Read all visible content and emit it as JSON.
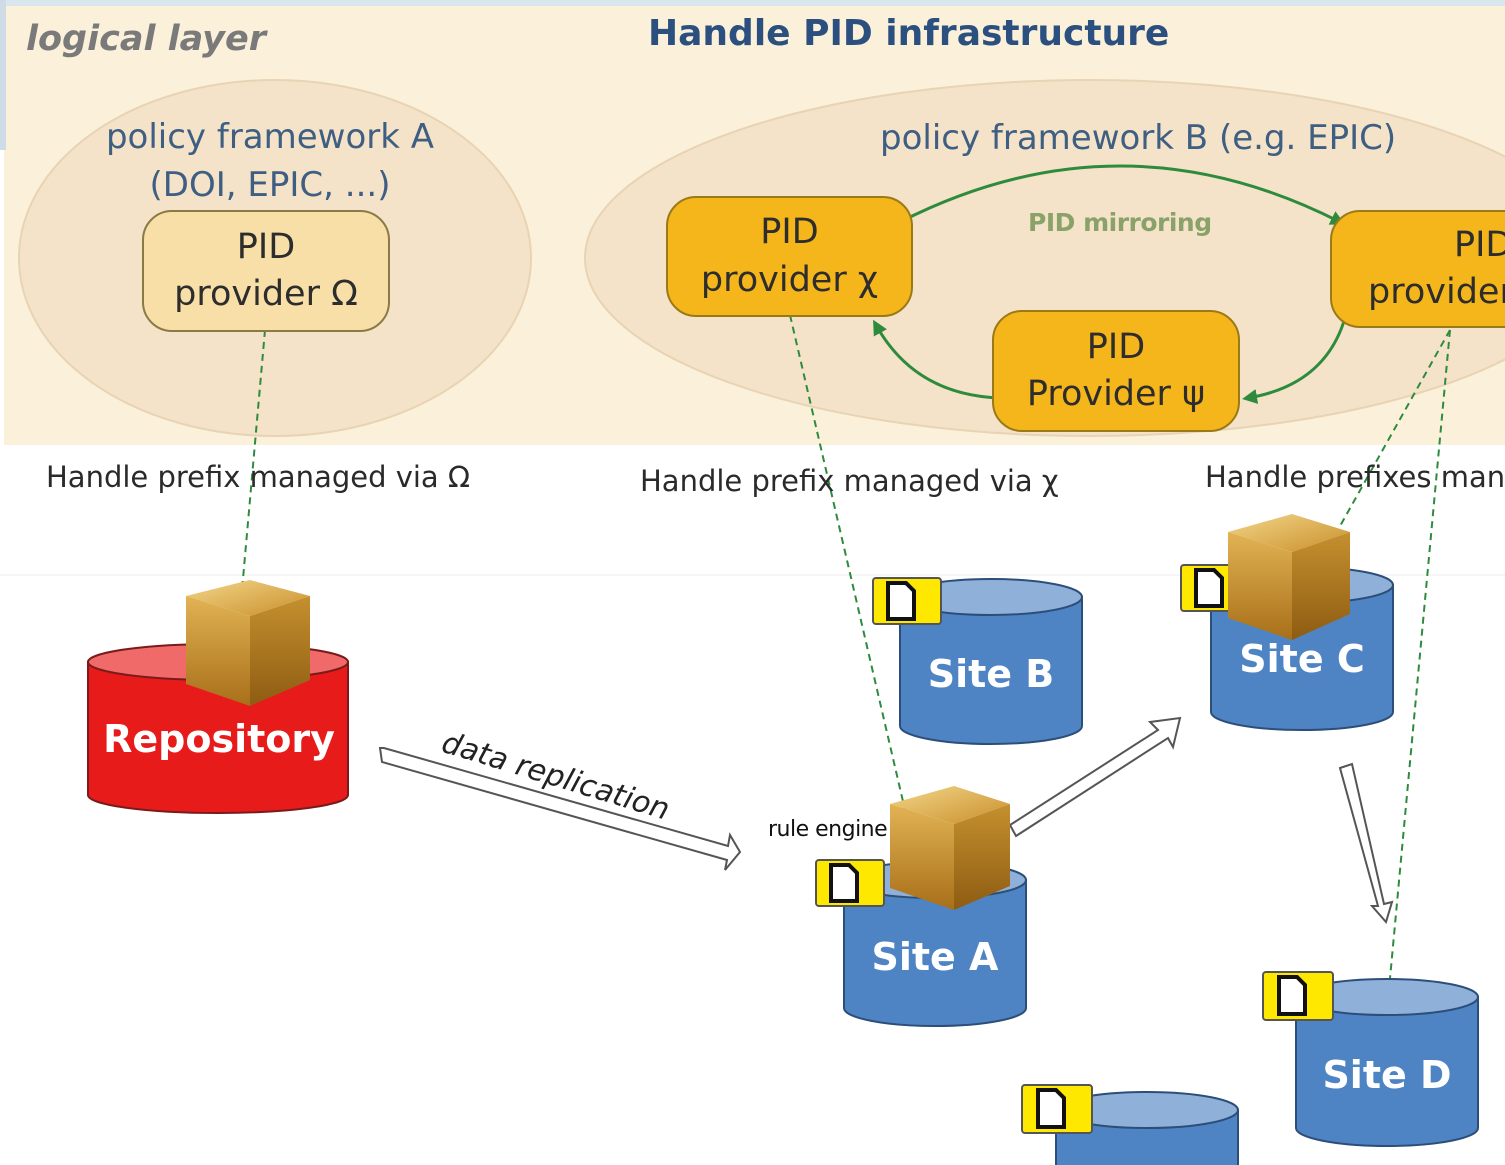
{
  "header": {
    "layer_label": "logical layer",
    "title": "Handle PID infrastructure"
  },
  "frameworks": {
    "a_line1": "policy framework A",
    "a_line2": "(DOI, EPIC, ...)",
    "b_label": "policy framework B (e.g. EPIC)"
  },
  "providers": {
    "omega": {
      "line1": "PID",
      "line2": "provider Ω"
    },
    "chi": {
      "line1": "PID",
      "line2": "provider χ"
    },
    "psi": {
      "line1": "PID",
      "line2": "Provider ψ"
    },
    "right": {
      "line1": "PID",
      "line2": "provider"
    }
  },
  "mirroring_label": "PID mirroring",
  "prefix_labels": {
    "omega": "Handle prefix managed via Ω",
    "chi": "Handle prefix managed via χ",
    "right": "Handle prefixes mana"
  },
  "storage": {
    "repository": "Repository",
    "site_a": "Site A",
    "site_b": "Site B",
    "site_c": "Site C",
    "site_d": "Site D"
  },
  "rule_engine_label": "rule engine",
  "data_replication_label": "data replication",
  "colors": {
    "logical_band": "#fbf0d9",
    "framework_ellipse": "#f4e3c8",
    "provider_pale": "#f8dfa8",
    "provider_orange": "#f5b61c",
    "repository_red": "#e81b1b",
    "site_blue": "#4f84c4",
    "site_top": "#8fb0d9",
    "link_green": "#2e8b3e",
    "tag_yellow": "#ffe800",
    "cube_gold": "#d4a23c"
  },
  "icons": [
    "cube-icon",
    "document-tag-icon",
    "database-cylinder-icon"
  ]
}
